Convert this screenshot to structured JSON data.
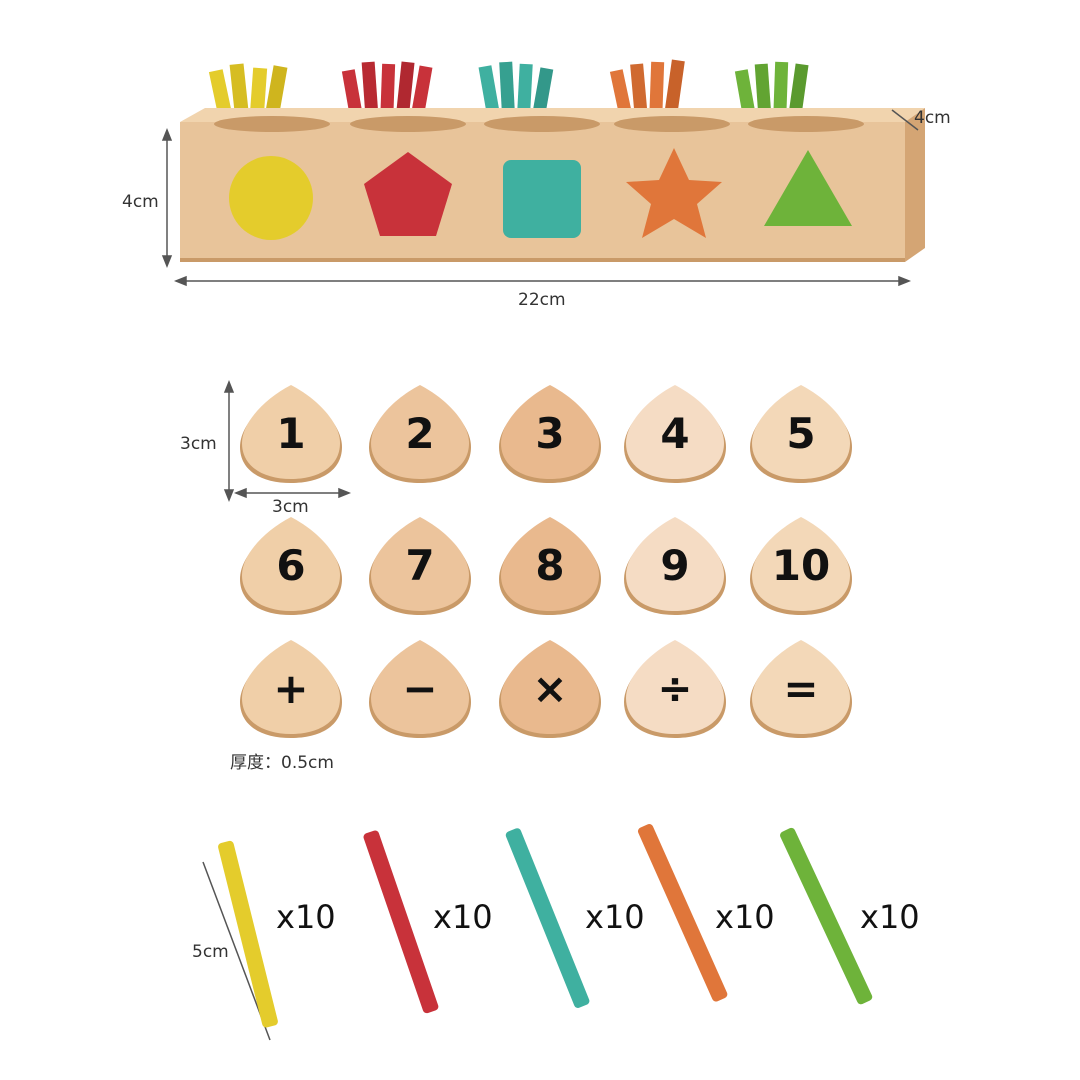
{
  "box": {
    "height_label": "4cm",
    "depth_label": "4cm",
    "width_label": "22cm",
    "colors": {
      "wood": "#e8c49a",
      "wood_dark": "#d4a574",
      "yellow": "#e4cc2c",
      "red": "#c8323a",
      "teal": "#3fb0a0",
      "orange": "#e0763a",
      "green": "#6eb33a"
    }
  },
  "tokens": {
    "height_label": "3cm",
    "width_label": "3cm",
    "thickness_label": "厚度：0.5cm",
    "symbols": [
      "1",
      "2",
      "3",
      "4",
      "5",
      "6",
      "7",
      "8",
      "9",
      "10",
      "+",
      "−",
      "×",
      "÷",
      "="
    ]
  },
  "sticks": {
    "length_label": "5cm",
    "counts": [
      "x10",
      "x10",
      "x10",
      "x10",
      "x10"
    ],
    "colors": [
      "#e4cc2c",
      "#c8323a",
      "#3fb0a0",
      "#e0763a",
      "#6eb33a"
    ]
  }
}
